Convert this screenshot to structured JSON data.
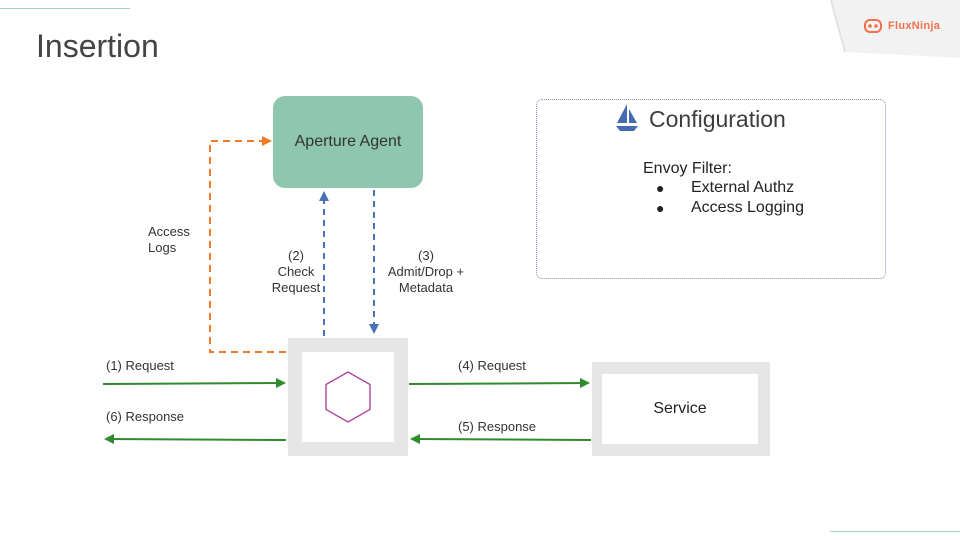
{
  "slide": {
    "title": "Insertion",
    "logo_text": "FluxNinja"
  },
  "diagram": {
    "agent_label": "Aperture Agent",
    "service_label": "Service",
    "access_logs": [
      "Access",
      "Logs"
    ],
    "check_request": [
      "(2)",
      "Check",
      "Request"
    ],
    "admit_drop": [
      "(3)",
      "Admit/Drop +",
      "Metadata"
    ],
    "request_in": "(1) Request",
    "response_out": "(6) Response",
    "request_fwd": "(4) Request",
    "response_back": "(5) Response"
  },
  "config": {
    "title": "Configuration",
    "subtitle": "Envoy Filter:",
    "bullet_char": "●",
    "items": [
      "External Authz",
      "Access Logging"
    ]
  },
  "colors": {
    "agent": "#8fc6b0",
    "access_logs_arrow": "#f07a2a",
    "check_arrow": "#4a72b8",
    "flow_arrow": "#2e8b2e",
    "hexagon": "#b0449e",
    "logo": "#f0714c"
  },
  "icons": {
    "config_icon": "sailboat-icon",
    "proxy_icon": "hexagon-icon",
    "logo_icon": "fluxninja-logo-icon"
  }
}
